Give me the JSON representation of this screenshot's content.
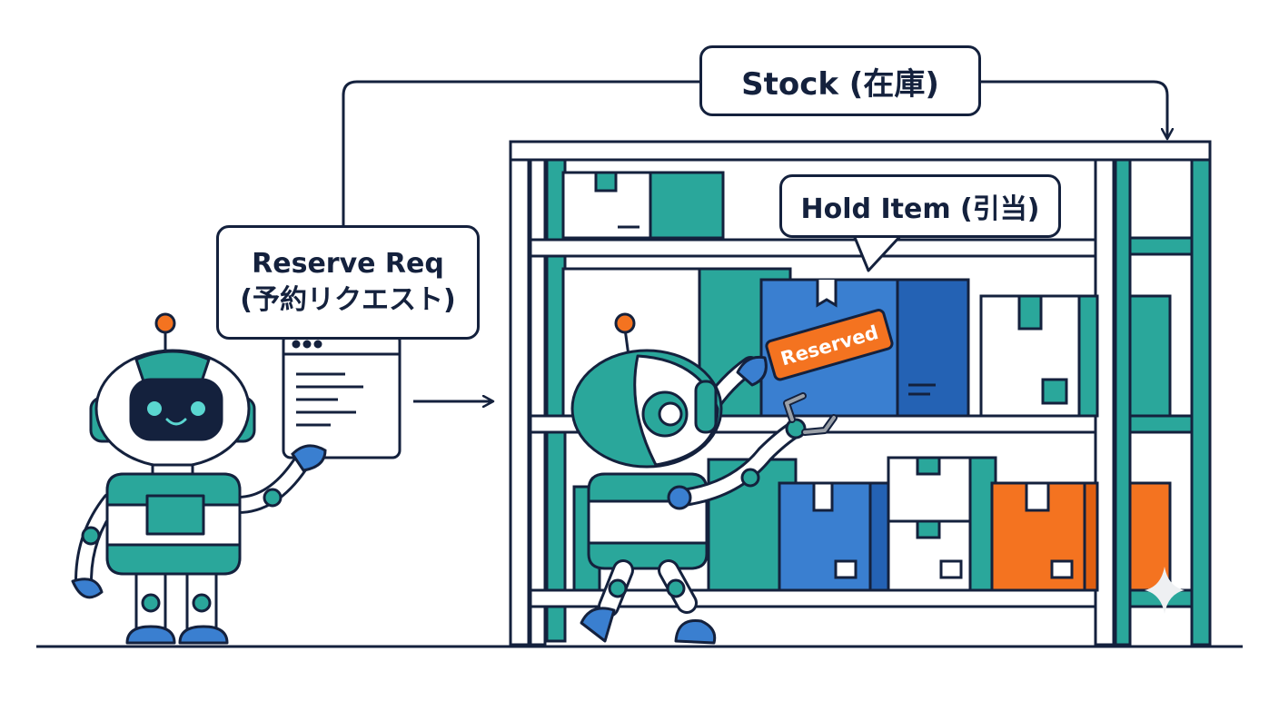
{
  "labels": {
    "stock": "Stock (在庫)",
    "reserve_line1": "Reserve Req",
    "reserve_line2": "(予約リクエスト)",
    "hold": "Hold Item (引当)",
    "reserved_tag": "Reserved"
  },
  "colors": {
    "outline": "#14213d",
    "teal": "#2aa79b",
    "blue": "#3a7fd0",
    "dark_blue": "#2462b4",
    "orange": "#f47320",
    "white": "#ffffff"
  }
}
